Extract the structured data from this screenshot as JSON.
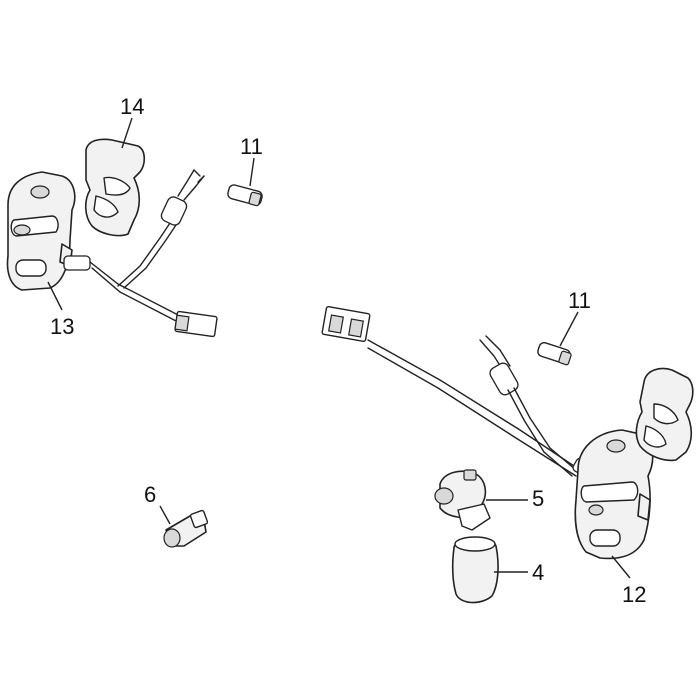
{
  "callouts": {
    "c14": "14",
    "c11_left": "11",
    "c13": "13",
    "c11_right": "11",
    "c5": "5",
    "c6": "6",
    "c4": "4",
    "c12": "12"
  }
}
